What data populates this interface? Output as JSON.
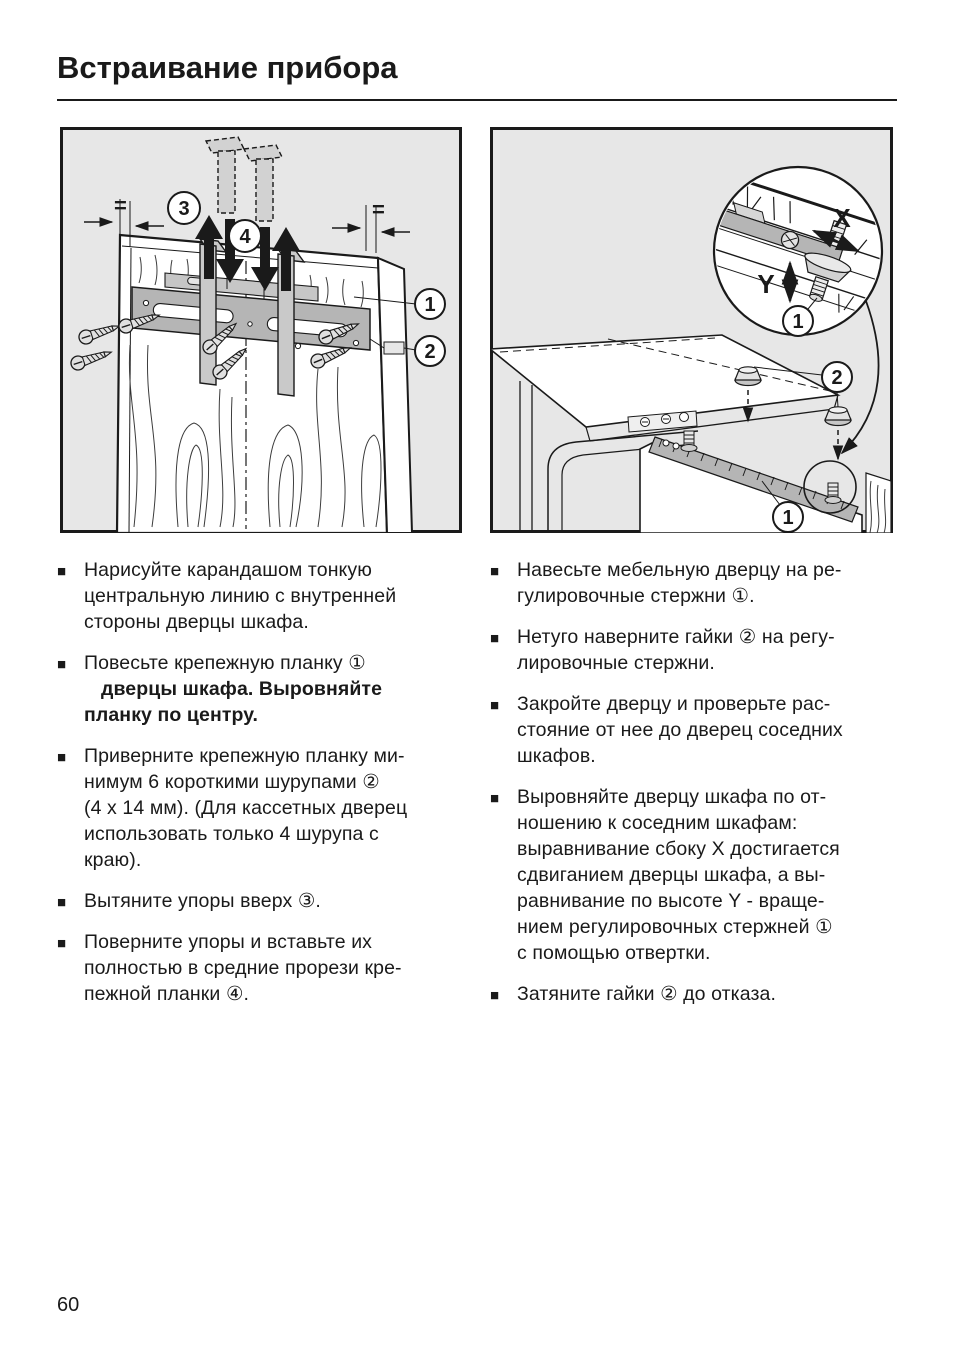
{
  "page": {
    "title": "Встраивание прибора",
    "page_number": "60"
  },
  "glyphs": {
    "bullet": "■"
  },
  "figures": {
    "left": {
      "callout_1": "1",
      "callout_2": "2",
      "callout_3": "3",
      "callout_4": "4",
      "equal_left": "=",
      "equal_right": "="
    },
    "right": {
      "callout_1": "1",
      "callout_2": "2",
      "inset_callout_1": "1",
      "label_x": "X",
      "label_y": "Y"
    }
  },
  "instructions": {
    "left": [
      {
        "lines": [
          "Нарисуйте карандашом тонкую",
          "центральную линию с внутренней",
          "стороны дверцы шкафа."
        ]
      },
      {
        "lines": [
          "Повесьте крепежную планку ①",
          "дверцы шкафа. Выровняйте",
          "планку по центру."
        ]
      },
      {
        "lines": [
          "Приверните крепежную планку ми-",
          "нимум 6 короткими шурупами ②",
          "(4 x 14 мм). (Для кассетных дверец",
          "использовать только 4 шурупа с",
          "краю)."
        ]
      },
      {
        "lines": [
          "Вытяните упоры вверх ③."
        ]
      },
      {
        "lines": [
          "Поверните упоры и вставьте их",
          "полностью в средние прорези кре-",
          "пежной планки ④."
        ]
      }
    ],
    "right": [
      {
        "lines": [
          "Навесьте мебельную дверцу на ре-",
          "гулировочные стержни ①."
        ]
      },
      {
        "lines": [
          "Нетуго наверните гайки ② на регу-",
          "лировочные стержни."
        ]
      },
      {
        "lines": [
          "Закройте дверцу и проверьте рас-",
          "стояние от нее до дверец соседних",
          "шкафов."
        ]
      },
      {
        "lines": [
          "Выровняйте дверцу шкафа по от-",
          "ношению к соседним шкафам:",
          "выравнивание сбоку X достигается",
          "сдвиганием дверцы шкафа, а вы-",
          "равнивание по высоте Y - враще-",
          "нием регулировочных стержней ①",
          "с помощью отвертки."
        ]
      },
      {
        "lines": [
          "Затяните гайки ② до отказа."
        ]
      }
    ]
  },
  "colors": {
    "figure_background": "#e7e7e7",
    "ink": "#1a1a1a",
    "bracket_gray": "#b5b5b5"
  }
}
